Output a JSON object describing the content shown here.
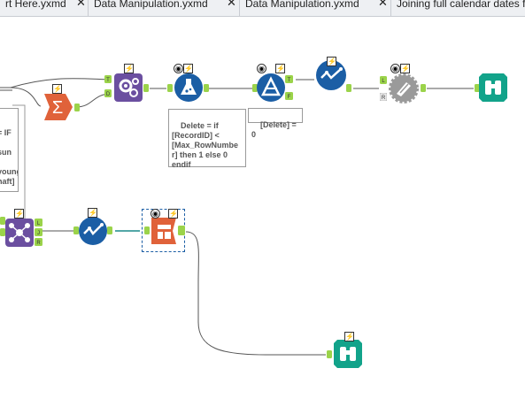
{
  "tabs": [
    {
      "label": "rt Here.yxmd",
      "close": "✕"
    },
    {
      "label": "Data Manipulation.yxmd",
      "close": "✕"
    },
    {
      "label": "Data Manipulation.yxmd",
      "close": "✕"
    },
    {
      "label": "Joining full calendar dates f",
      "close": ""
    }
  ],
  "annotations": {
    "left_box": "= IF\n\nsun\n\nyoung\nhaft]",
    "formula": "Delete = if\n[RecordID] <\n[Max_RowNumbe\nr] then 1 else 0\nendif",
    "filter": "[Delete] = 0"
  },
  "anchors": {
    "t": "T",
    "f": "F",
    "j": "J",
    "l": "L",
    "r": "R",
    "d": "D"
  },
  "colors": {
    "summarize": "#e0623a",
    "multirow": "#6b4fa0",
    "formula": "#1b5ea5",
    "filter": "#1b5ea5",
    "select": "#1b5ea5",
    "unique": "#9a9a9a",
    "browse": "#12a38a",
    "join": "#6b4fa0",
    "datetime": "#e0623a",
    "anchor": "#9bd34a"
  },
  "icons": {
    "summarize": "sigma-icon",
    "multirow": "gears-icon",
    "formula": "flask-icon",
    "filter": "filter-triangle-icon",
    "select": "checkmark-wave-icon",
    "unique": "unique-gear-icon",
    "browse": "binoculars-icon",
    "join": "join-nodes-icon",
    "datetime": "calendar-icon"
  }
}
